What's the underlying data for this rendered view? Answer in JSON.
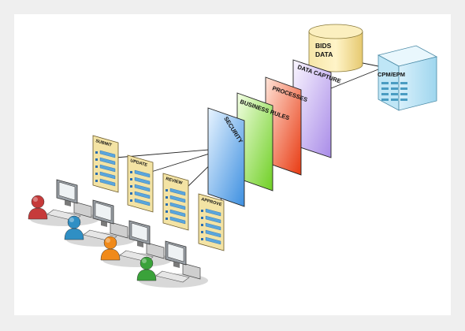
{
  "layers": [
    {
      "label": "SECURITY",
      "color": "#5aa7e8"
    },
    {
      "label": "BUSINESS RULES",
      "color": "#86d93c"
    },
    {
      "label": "PROCESSES",
      "color": "#f0542a"
    },
    {
      "label": "DATA CAPTURE",
      "color": "#b9a2ee"
    }
  ],
  "forms": [
    {
      "label": "SUBMIT"
    },
    {
      "label": "UPDATE"
    },
    {
      "label": "REVIEW"
    },
    {
      "label": "APPROVE"
    }
  ],
  "database": {
    "line1": "BIDS",
    "line2": "DATA"
  },
  "server": {
    "label": "CPM/EPM"
  },
  "users": [
    {
      "color": "#c63a3a"
    },
    {
      "color": "#2f8fc4"
    },
    {
      "color": "#f08a1a"
    },
    {
      "color": "#3aa23a"
    }
  ]
}
